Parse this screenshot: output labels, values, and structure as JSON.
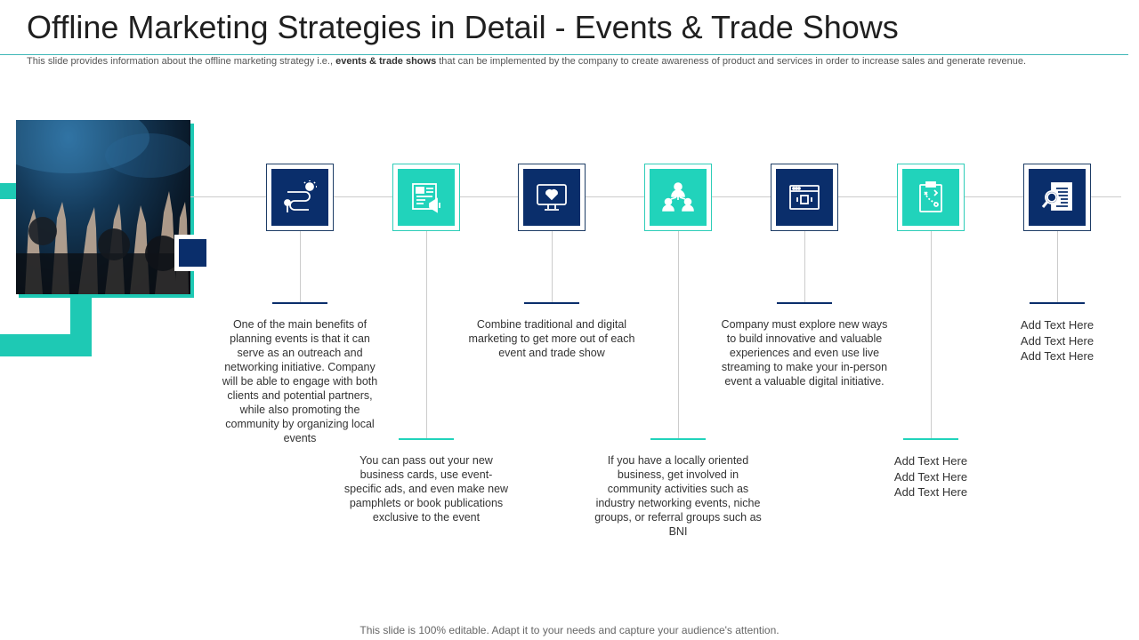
{
  "slide": {
    "title": "Offline Marketing Strategies in Detail - Events & Trade Shows",
    "subtitle_pre": "This slide provides information about the offline marketing strategy i.e., ",
    "subtitle_bold": "events & trade shows",
    "subtitle_post": " that can be implemented by the company to create awareness of product and services in order to increase sales and generate revenue.",
    "footer": "This slide is 100% editable. Adapt it to your needs and capture your audience's attention."
  },
  "colors": {
    "navy": "#0a2e6b",
    "teal": "#21d3bb",
    "line": "#cccccc"
  },
  "steps": [
    {
      "icon": "idea-path-icon",
      "style": "navy",
      "text": "One of the main benefits of planning events is that it can serve as an outreach and networking initiative. Company will be able to engage with both clients and potential partners, while also promoting the community by organizing local events"
    },
    {
      "icon": "brochure-megaphone-icon",
      "style": "teal",
      "text": "You can pass out your new business cards, use event-specific ads, and even make new pamphlets or book publications exclusive to the event"
    },
    {
      "icon": "monitor-heart-icon",
      "style": "navy",
      "text": "Combine traditional and digital marketing to get more out of each event and trade show"
    },
    {
      "icon": "community-network-icon",
      "style": "teal",
      "text": "If you have a locally oriented business, get involved in community activities such as industry networking events, niche groups, or referral groups such as BNI"
    },
    {
      "icon": "browser-window-icon",
      "style": "navy",
      "text": "Company must explore new ways to build innovative and valuable experiences and even use live streaming to make your in-person event a valuable digital initiative."
    },
    {
      "icon": "clipboard-strategy-icon",
      "style": "teal",
      "text": "Add Text Here\nAdd Text Here\nAdd Text Here"
    },
    {
      "icon": "document-search-icon",
      "style": "navy",
      "text": "Add Text Here\nAdd Text Here\nAdd Text Here"
    }
  ]
}
